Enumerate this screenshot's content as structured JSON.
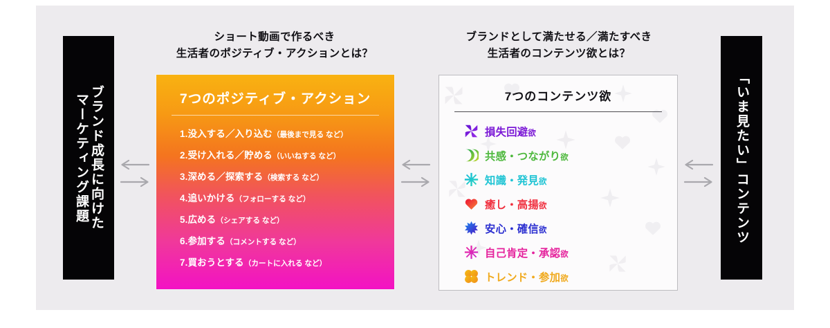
{
  "left_panel": {
    "label": "brand-marketing-challenge",
    "line1": "ブランド成長に向けた",
    "line2": "マーケティング課題"
  },
  "right_panel": {
    "label": "want-to-watch-content",
    "line1": "「いま見たい」コンテンツ"
  },
  "arrows": {
    "left_arrow_icon": "arrow-left-icon",
    "right_arrow_icon": "arrow-right-icon"
  },
  "left_section": {
    "heading_line1": "ショート動画で作るべき",
    "heading_line2": "生活者のポジティブ・アクションとは？",
    "card_title": "7つのポジティブ・アクション",
    "items": [
      {
        "num": "1.",
        "main": "没入する／入り込む",
        "sub": "（最後まで見る など）"
      },
      {
        "num": "2.",
        "main": "受け入れる／貯める",
        "sub": "（いいねする など）"
      },
      {
        "num": "3.",
        "main": "深める／探索する",
        "sub": "（検索する など）"
      },
      {
        "num": "4.",
        "main": "追いかける",
        "sub": "（フォローする など）"
      },
      {
        "num": "5.",
        "main": "広める",
        "sub": "（シェアする など）"
      },
      {
        "num": "6.",
        "main": "参加する",
        "sub": "（コメントする など）"
      },
      {
        "num": "7.",
        "main": "買おうとする",
        "sub": "（カートに入れる など）"
      }
    ]
  },
  "right_section": {
    "heading_line1": "ブランドとして満たせる／満たすべき",
    "heading_line2": "生活者のコンテンツ欲とは？",
    "card_title": "7つのコンテンツ欲",
    "items": [
      {
        "icon": "pinwheel-icon",
        "main": "損失回避",
        "suffix": "欲",
        "color": "#7b19d6",
        "grad_from": "#5f0fd1",
        "grad_to": "#9b2fe8"
      },
      {
        "icon": "crescent-pair-icon",
        "main": "共感・つながり",
        "suffix": "欲",
        "color": "#4db83c",
        "grad_from": "#19a84e",
        "grad_to": "#cddb2a"
      },
      {
        "icon": "asterisk-icon",
        "main": "知識・発見",
        "suffix": "欲",
        "color": "#1fc4d4",
        "grad_from": "#13b9dd",
        "grad_to": "#2fd6bc"
      },
      {
        "icon": "heart-icon",
        "main": "癒し・高揚",
        "suffix": "欲",
        "color": "#f0303f",
        "grad_from": "#ee1133",
        "grad_to": "#f6863a"
      },
      {
        "icon": "burst-flower-icon",
        "main": "安心・確信",
        "suffix": "欲",
        "color": "#2b2fd0",
        "grad_from": "#1b8cf0",
        "grad_to": "#4a13c4"
      },
      {
        "icon": "starburst-icon",
        "main": "自己肯定・承認",
        "suffix": "欲",
        "color": "#e5229c",
        "grad_from": "#f0269e",
        "grad_to": "#c62ad0"
      },
      {
        "icon": "circle-cluster-icon",
        "main": "トレンド・参加",
        "suffix": "欲",
        "color": "#f0a91c",
        "grad_from": "#f5c013",
        "grad_to": "#f08a1c"
      }
    ]
  },
  "colors": {
    "backdrop": "#edebee",
    "panel_black": "#050406",
    "arrow_gray": "#a9a8ad",
    "gradient_top": "#f9b211",
    "gradient_bottom": "#f312c4"
  }
}
